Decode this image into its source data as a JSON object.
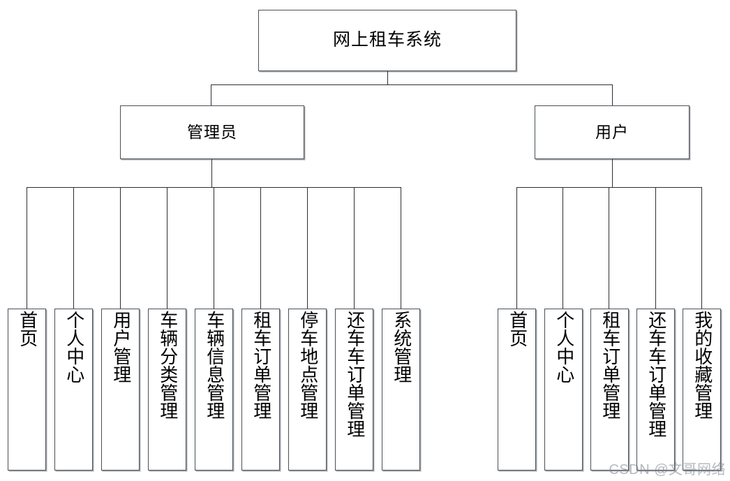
{
  "diagram": {
    "type": "tree",
    "title": "网上租车系统",
    "root": {
      "label": "网上租车系统"
    },
    "branches": [
      {
        "id": "admin",
        "label": "管理员"
      },
      {
        "id": "user",
        "label": "用户"
      }
    ],
    "admin_leaves": [
      {
        "label": "首页"
      },
      {
        "label": "个人中心"
      },
      {
        "label": "用户管理"
      },
      {
        "label": "车辆分类管理"
      },
      {
        "label": "车辆信息管理"
      },
      {
        "label": "租车订单管理"
      },
      {
        "label": "停车地点管理"
      },
      {
        "label": "还车车订单管理"
      },
      {
        "label": "系统管理"
      }
    ],
    "user_leaves": [
      {
        "label": "首页"
      },
      {
        "label": "个人中心"
      },
      {
        "label": "租车订单管理"
      },
      {
        "label": "还车车订单管理"
      },
      {
        "label": "我的收藏管理"
      }
    ],
    "watermark": "CSDN @文哥网络",
    "colors": {
      "background": "#ffffff",
      "border": "#4a5057",
      "line": "#2b2f33",
      "text": "#000000",
      "watermark": "#78808a"
    }
  }
}
